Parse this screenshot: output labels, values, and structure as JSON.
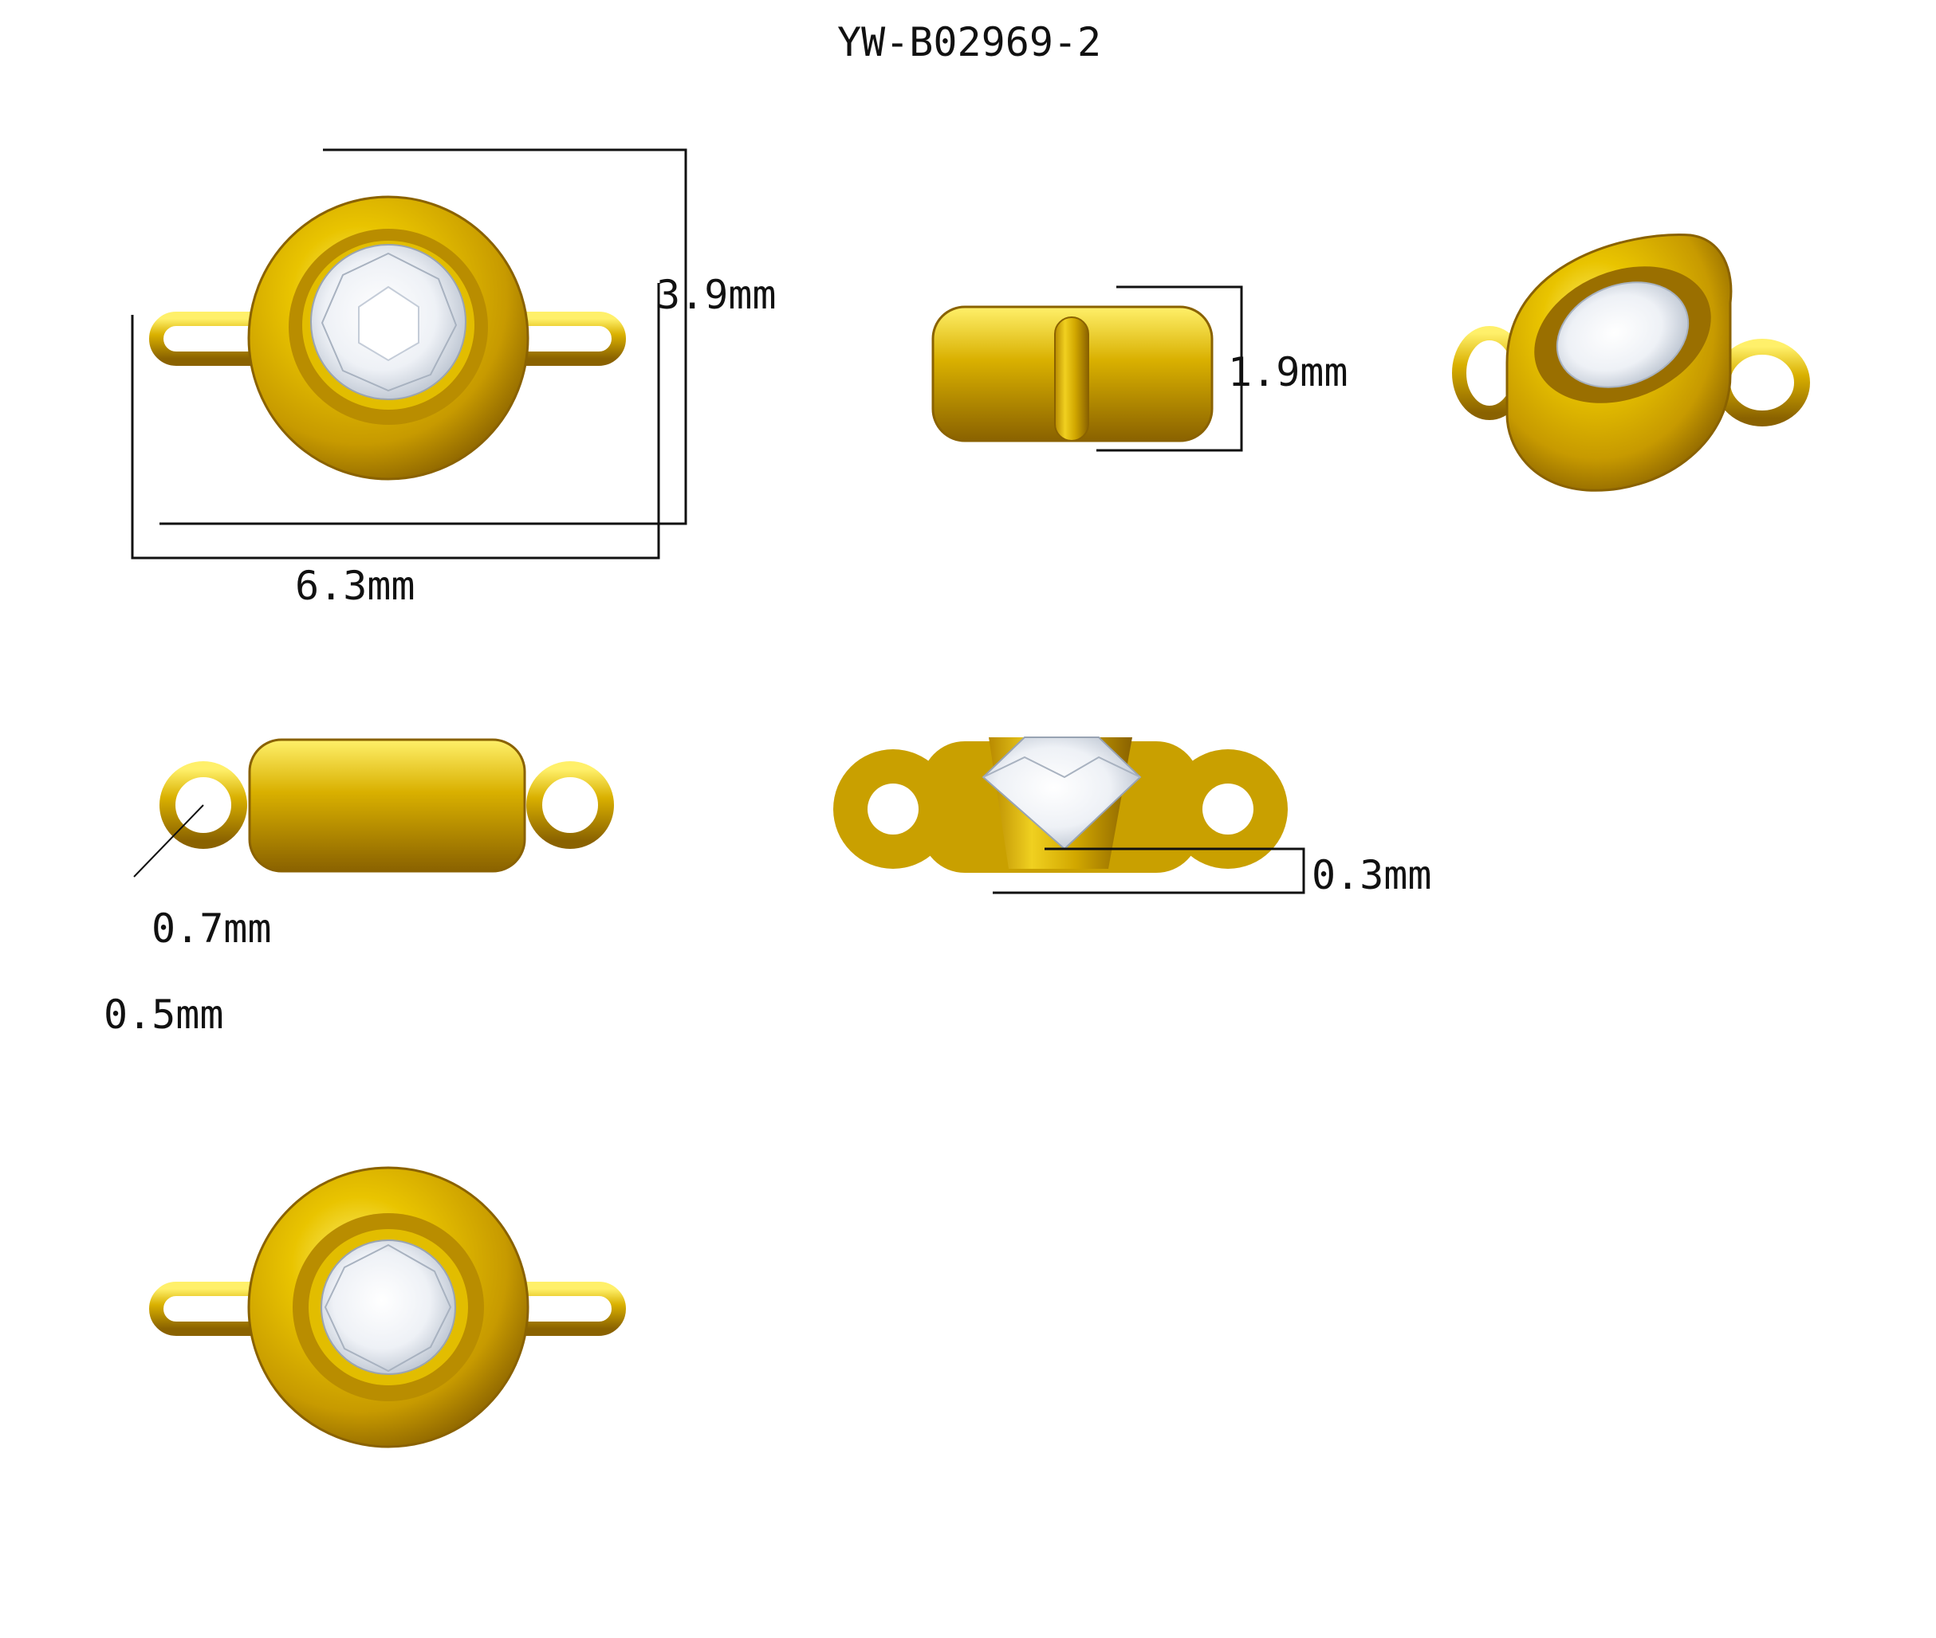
{
  "title": "YW-B02969-2",
  "dimensions": {
    "width": "6.3mm",
    "height": "3.9mm",
    "depth": "1.9mm",
    "ring_hole": "0.7mm",
    "wire_thickness": "0.5mm",
    "stone_seat": "0.3mm"
  },
  "colors": {
    "gold": "#d9b000",
    "gold_dark": "#9a6f00",
    "gold_light": "#fff06a",
    "section_gold": "#c9a000",
    "line": "#111111"
  }
}
